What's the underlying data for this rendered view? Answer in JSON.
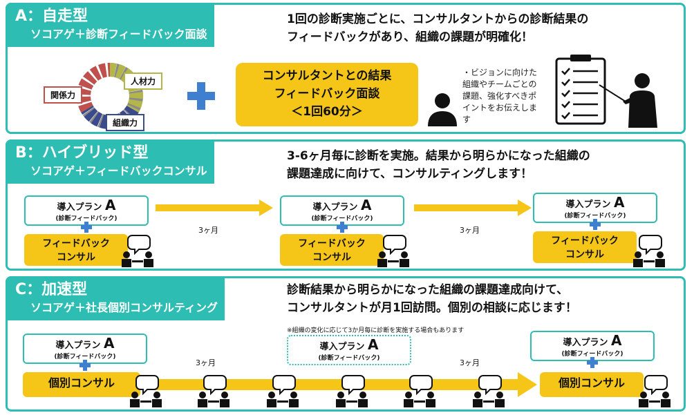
{
  "section_a": {
    "title": "A：自走型",
    "subtitle": "ソコアゲ＋診断フィードバック面談",
    "headline_line1": "1回の診断実施ごとに、コンサルタントからの診断結果の",
    "headline_line2": "フィードバックがあり、組織の課題が明確化！",
    "ring_labels": {
      "human": "人材力",
      "relation": "関係力",
      "org": "組織力"
    },
    "meeting_box_line1": "コンサルタントとの結果",
    "meeting_box_line2": "フィードバック面談",
    "meeting_box_line3": "＜1回60分＞",
    "note_line1": "・ビジョンに向けた",
    "note_line2": "組織やチームごとの",
    "note_line3": "課題、強化すべきポ",
    "note_line4": "イントをお伝えしま",
    "note_line5": "す"
  },
  "section_b": {
    "title": "B：ハイブリッド型",
    "subtitle": "ソコアゲ＋フィードバックコンサル",
    "headline_line1": "3-6ヶ月毎に診断を実施。結果から明らかになった組織の",
    "headline_line2": "課題達成に向けて、コンサルティングします！",
    "plan_label": "導入プラン",
    "plan_letter": "A",
    "plan_sub": "(診断フィードバック)",
    "consult_line1": "フィードバック",
    "consult_line2": "コンサル",
    "interval": "3ヶ月"
  },
  "section_c": {
    "title": "C：加速型",
    "subtitle": "ソコアゲ＋社長個別コンサルティング",
    "headline_line1": "診断結果から明らかになった組織の課題達成向けて、",
    "headline_line2": "コンサルタントが月1回訪問。個別の相談に応じます！",
    "note": "※組織の変化に応じて3か月毎に診断を実施する場合もあります",
    "plan_label": "導入プラン",
    "plan_letter": "A",
    "plan_sub": "(診断フィードバック)",
    "consult_label": "個別コンサル",
    "interval": "3ヶ月"
  },
  "colors": {
    "teal": "#2dbdb2",
    "yellow": "#f5c518",
    "plus_blue": "#3f7fd0",
    "ring_gray": "#8a8a8a",
    "ring_olive": "#b5b64a",
    "ring_red": "#c0504d",
    "ring_navy": "#3a4a8a"
  }
}
